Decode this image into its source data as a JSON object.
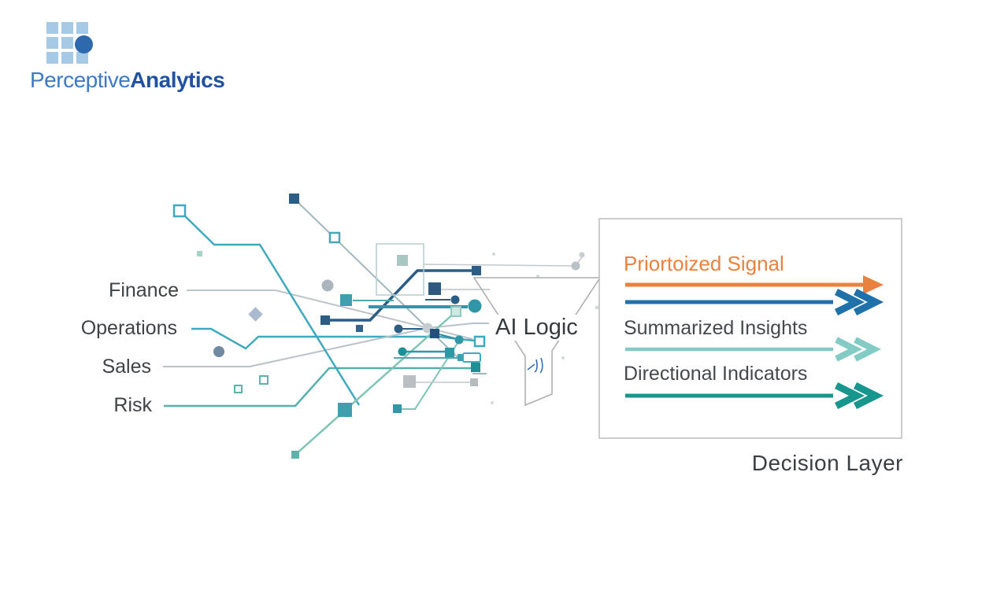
{
  "logo": {
    "brand_first": "Perceptive",
    "brand_second": "Analytics",
    "mark_colors": {
      "squares": "#a6c9e5",
      "dot": "#2e68ad"
    },
    "text_colors": {
      "first": "#3d7ac1",
      "second": "#2151a1"
    }
  },
  "sources": {
    "text_color": "#3f4246",
    "items": [
      {
        "label": "Finance"
      },
      {
        "label": "Operations"
      },
      {
        "label": "Sales"
      },
      {
        "label": "Risk"
      }
    ]
  },
  "funnel": {
    "label": "AI Logic",
    "outline_color": "#ababab"
  },
  "decision_box": {
    "border_color": "#bcbcbc",
    "items": [
      {
        "label": "Priortoized Signal",
        "label_color": "#e8823e"
      },
      {
        "label": "Summarized Insights",
        "label_color": "#45494d"
      },
      {
        "label": "Directional Indicators",
        "label_color": "#45494d"
      }
    ],
    "arrows": [
      {
        "name": "prioritized-signal-orange-arrow",
        "color": "#e8823e",
        "head": "solid-triangle"
      },
      {
        "name": "prioritized-signal-blue-arrow",
        "color": "#1e71a9",
        "head": "double-chevron"
      },
      {
        "name": "summarized-insights-arrow",
        "color": "#82ccc5",
        "head": "double-chevron"
      },
      {
        "name": "directional-indicators-arrow",
        "color": "#17968d",
        "head": "double-chevron"
      }
    ]
  },
  "decision_layer": {
    "caption": "Decision Layer",
    "color": "#3b3e42"
  },
  "network": {
    "palette": {
      "teal": "#3fa9bd",
      "dark_teal": "#1f8f96",
      "seafoam": "#7fc4b4",
      "navy": "#2c5d85",
      "slate": "#7189a2",
      "gray": "#bcc5ca"
    }
  }
}
